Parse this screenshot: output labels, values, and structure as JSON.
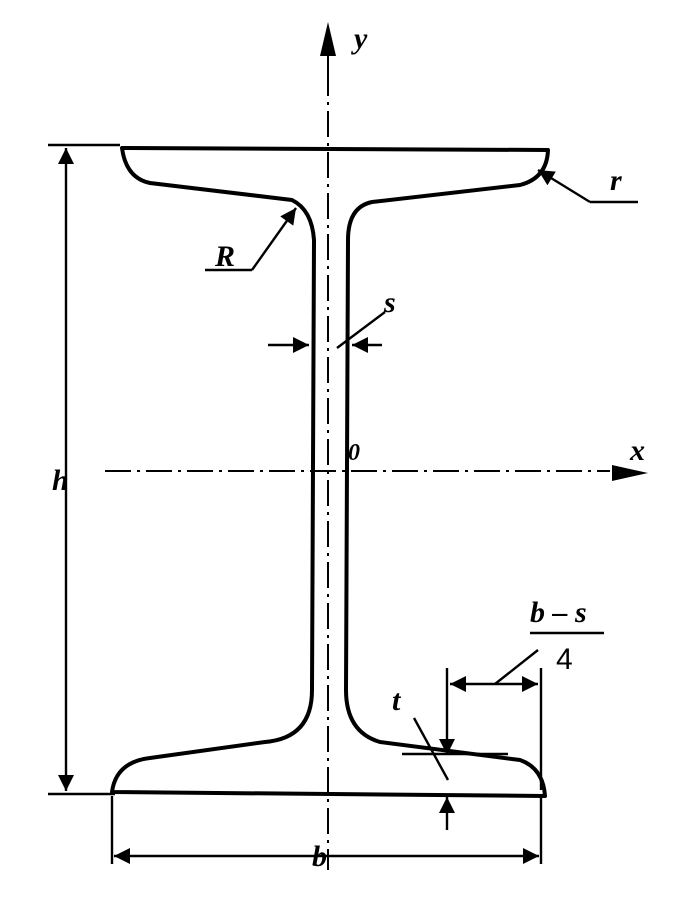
{
  "figure": {
    "labels": {
      "y_axis": "y",
      "x_axis": "x",
      "origin": "0",
      "height": "h",
      "width": "b",
      "web_thickness": "s",
      "flange_thickness": "t",
      "root_radius": "R",
      "toe_radius": "r",
      "fraction_numerator": "b – s",
      "fraction_denominator": "4"
    }
  }
}
